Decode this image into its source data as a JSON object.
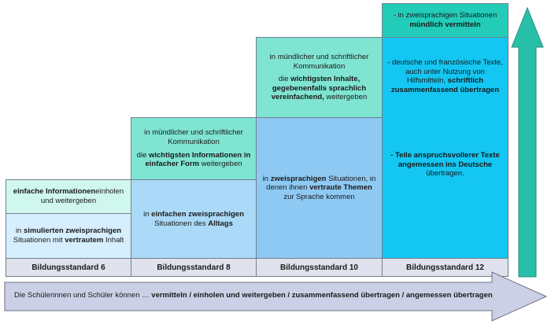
{
  "colors": {
    "teal_light": "#cff7ee",
    "teal": "#7fe4d2",
    "teal_dark": "#22ccb8",
    "blue_pale": "#d6eefe",
    "blue_light": "#aadaf7",
    "blue_mid": "#8ec9f3",
    "cyan": "#14c6f2",
    "label_bg": "#dfe2ec",
    "right_arrow": "#27bfa8",
    "bottom_arrow": "#ccd0e6"
  },
  "standards": [
    {
      "label": "Bildungsstandard 6",
      "upper": [
        {
          "parts": [
            {
              "t": "einfache Informationen",
              "b": true
            },
            {
              "t": "einholen und weitergeben"
            }
          ]
        }
      ],
      "lower": [
        {
          "parts": [
            {
              "t": "in "
            },
            {
              "t": "simulierten zweisprachigen",
              "b": true
            },
            {
              "t": " Situationen mit "
            },
            {
              "t": "vertrautem",
              "b": true
            },
            {
              "t": " Inhalt"
            }
          ]
        }
      ]
    },
    {
      "label": "Bildungsstandard 8",
      "upper": [
        {
          "parts": [
            {
              "t": "in mündlicher und schriftlicher Kommunikation"
            }
          ]
        },
        {
          "parts": [
            {
              "t": "die "
            },
            {
              "t": "wichtigsten Informationen in einfacher Form",
              "b": true
            },
            {
              "t": " weitergeben"
            }
          ]
        }
      ],
      "lower": [
        {
          "parts": [
            {
              "t": "in "
            },
            {
              "t": "einfachen zweisprachigen",
              "b": true
            },
            {
              "t": " Situationen des "
            },
            {
              "t": "Alltags",
              "b": true
            }
          ]
        }
      ]
    },
    {
      "label": "Bildungsstandard 10",
      "upper": [
        {
          "parts": [
            {
              "t": "in mündlicher und schriftlicher Kommunikation"
            }
          ]
        },
        {
          "parts": [
            {
              "t": "die "
            },
            {
              "t": "wichtigsten Inhalte, gegebenenfalls sprachlich vereinfachend,",
              "b": true
            },
            {
              "t": " weitergeben"
            }
          ]
        }
      ],
      "lower": [
        {
          "parts": [
            {
              "t": "in "
            },
            {
              "t": "zweisprachigen",
              "b": true
            },
            {
              "t": " Situationen, in denen ihnen "
            },
            {
              "t": "vertraute Themen",
              "b": true
            },
            {
              "t": " zur Sprache kommen"
            }
          ]
        }
      ]
    },
    {
      "label": "Bildungsstandard 12",
      "top": [
        {
          "parts": [
            {
              "t": "- in zweisprachigen Situationen "
            },
            {
              "t": "mündlich vermitteln",
              "b": true
            }
          ]
        }
      ],
      "upper": [
        {
          "parts": [
            {
              "t": "- deutsche und französische Texte, auch unter Nutzung von Hilfsmitteln, "
            },
            {
              "t": "schriftlich zusammenfassend übertragen",
              "b": true
            }
          ]
        }
      ],
      "lower": [
        {
          "parts": [
            {
              "t": "- Teile anspruchsvollerer Texte angemessen ins Deutsche",
              "b": true
            },
            {
              "t": " übertragen."
            }
          ]
        }
      ]
    }
  ],
  "bottom_arrow": {
    "prefix": "Die Schülerinnen und Schüler können … ",
    "emphasis": "vermitteln / einholen und weitergeben / zusammenfassend übertragen / angemessen übertragen"
  }
}
